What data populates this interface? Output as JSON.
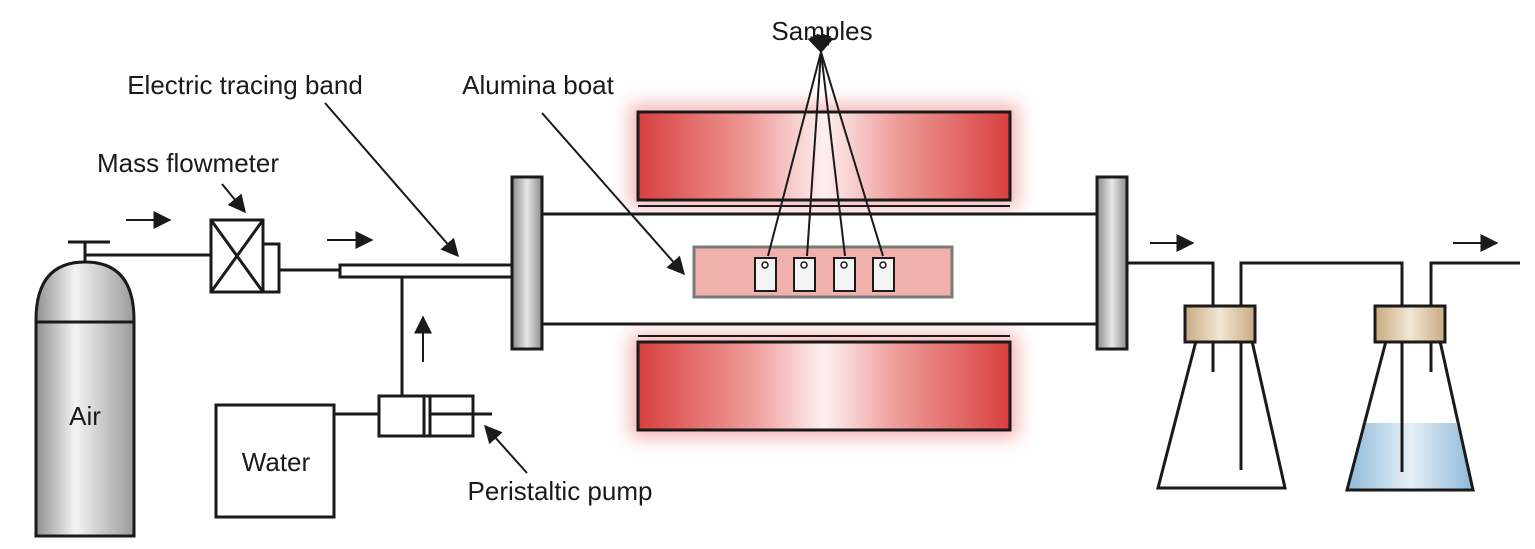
{
  "labels": {
    "samples": "Samples",
    "electric_tracing_band": "Electric tracing band",
    "alumina_boat": "Alumina boat",
    "mass_flowmeter": "Mass flowmeter",
    "air": "Air",
    "water": "Water",
    "peristaltic_pump": "Peristaltic pump"
  },
  "colors": {
    "furnace_red": "#d9413f",
    "furnace_glow": "#f5b5b5",
    "boat_fill": "#f0b1ac",
    "tube_fill": "#ffffff",
    "cap_fill": "#e6d1b3",
    "liquid_fill": "#a9cbe2",
    "flange_fill": "#bdbdbd",
    "line": "#1a1a1a"
  }
}
